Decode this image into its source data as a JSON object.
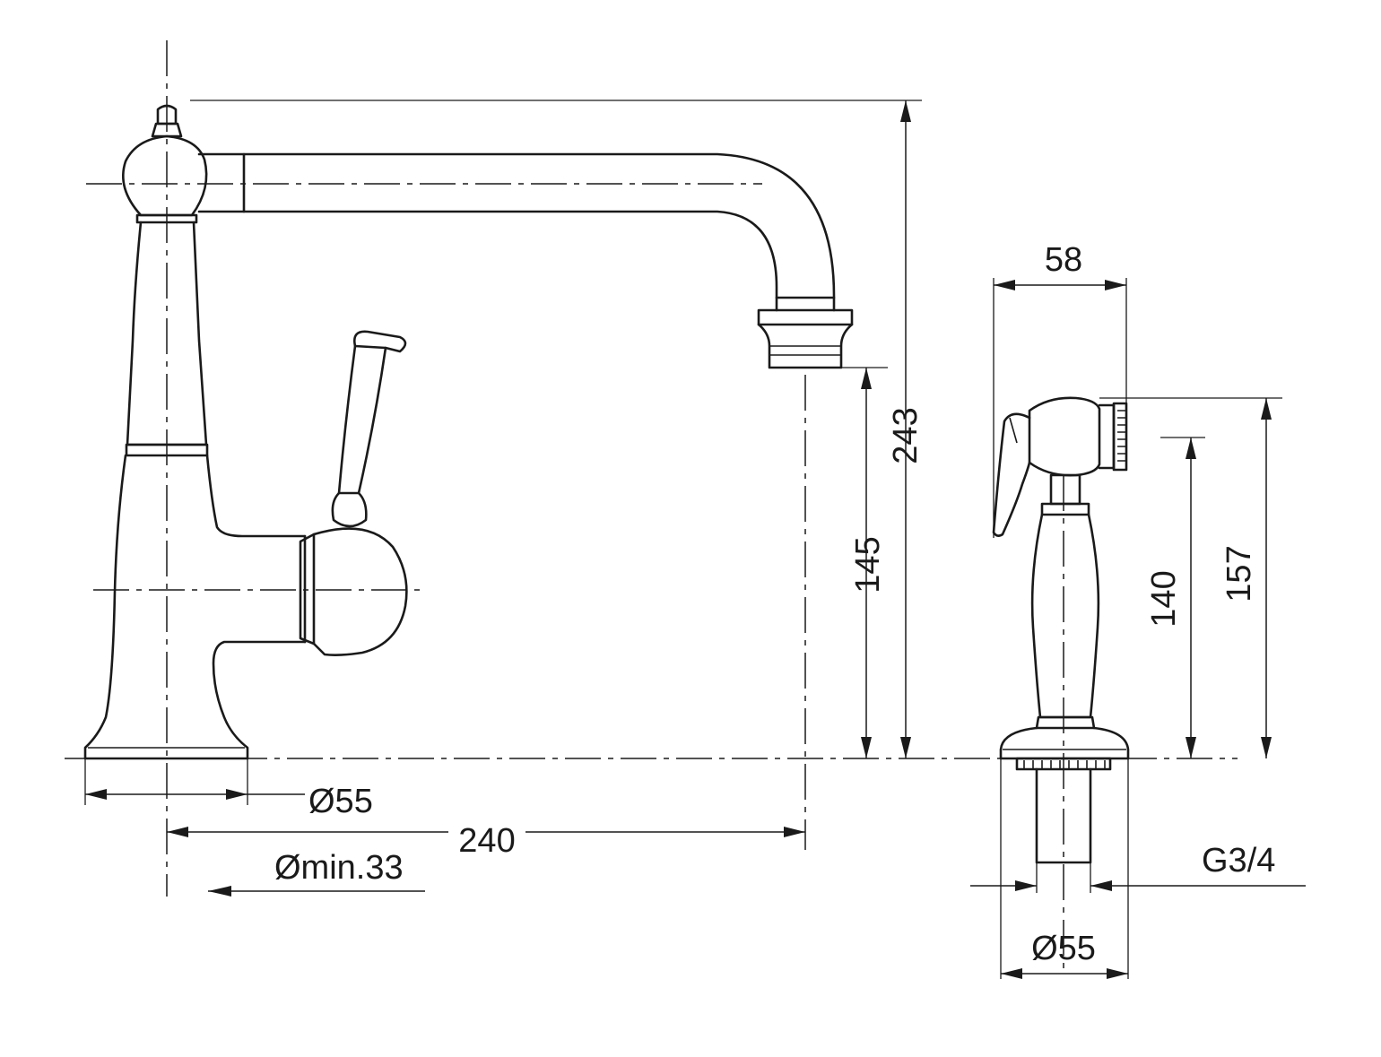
{
  "dimensions": {
    "spout_height": "243",
    "outlet_height": "145",
    "spout_reach": "240",
    "base_diameter": "Ø55",
    "hole_diameter": "Ømin.33",
    "spray_head_width": "58",
    "spray_height_total": "157",
    "spray_handle_height": "140",
    "spray_base_diameter": "Ø55",
    "thread": "G3/4"
  },
  "colors": {
    "line": "#1a1a1a",
    "background": "#ffffff"
  }
}
